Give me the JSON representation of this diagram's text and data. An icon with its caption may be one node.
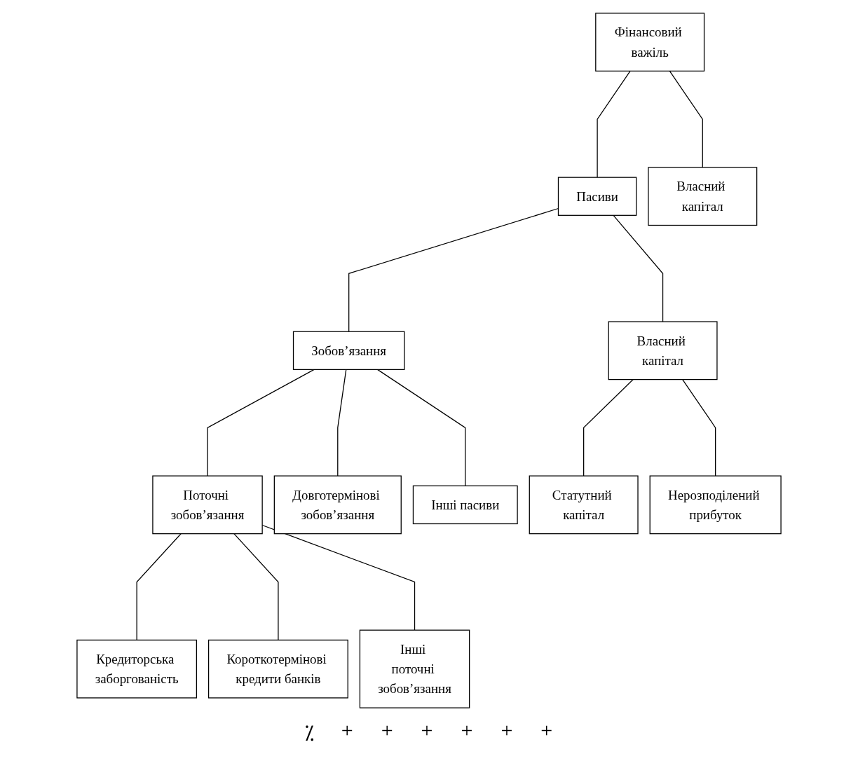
{
  "diagram": {
    "nodes": [
      {
        "text": [
          "Фінансовий важіль"
        ]
      },
      {
        "text": [
          "Пасиви"
        ]
      },
      {
        "text": [
          "Власний капітал"
        ]
      },
      {
        "text": [
          "Зобов’язання"
        ]
      },
      {
        "text": [
          "Власний капітал"
        ]
      },
      {
        "text": [
          "Поточні зобов’язання"
        ]
      },
      {
        "text": [
          "Довготермінові зобов’язання"
        ]
      },
      {
        "text": [
          "Інші пасиви"
        ]
      },
      {
        "text": [
          "Кредиторська заборгованість"
        ]
      },
      {
        "text": [
          "Короткотермінові кредити банків"
        ]
      },
      {
        "text": [
          "Інші поточні зобов’язання"
        ]
      },
      {
        "text": [
          "Статутний капітал"
        ]
      },
      {
        "text": [
          "Нерозподілений прибуток"
        ]
      }
    ],
    "edges": [
      {
        "from": 0,
        "to": 1,
        "arrow": "none"
      },
      {
        "from": 0,
        "to": 2,
        "arrow": "none"
      },
      {
        "from": 1,
        "to": 3,
        "arrow": "none"
      },
      {
        "from": 1,
        "to": 4,
        "arrow": "none"
      },
      {
        "from": 3,
        "to": 5,
        "arrow": "none"
      },
      {
        "from": 3,
        "to": 6,
        "arrow": "none"
      },
      {
        "from": 3,
        "to": 7,
        "arrow": "none"
      },
      {
        "from": 5,
        "to": 8,
        "arrow": "none"
      },
      {
        "from": 5,
        "to": 9,
        "arrow": "none"
      },
      {
        "from": 5,
        "to": 10,
        "arrow": "none"
      },
      {
        "from": 4,
        "to": 11,
        "arrow": "none"
      },
      {
        "from": 4,
        "to": 12,
        "arrow": "none"
      }
    ],
    "labels": [
      "⁒",
      "+",
      "+",
      "+",
      "+",
      "+",
      "+"
    ]
  }
}
